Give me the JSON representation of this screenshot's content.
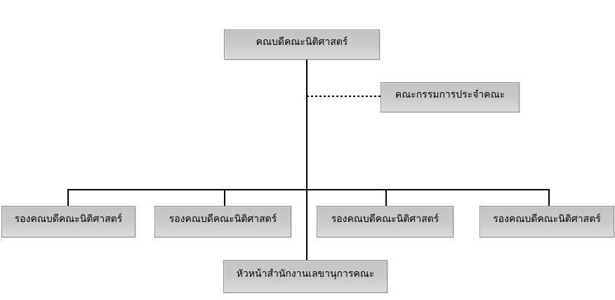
{
  "org_chart": {
    "type": "org-chart",
    "background_color": "#ffffff",
    "connector_color": "#000000",
    "box_style": {
      "fill_top": "#c3c3c3",
      "fill_bottom": "#dbdbdb",
      "border_color": "#8f8f8f",
      "text_color": "#000000"
    },
    "nodes": {
      "dean": {
        "label": "คณบดีคณะนิติศาสตร์"
      },
      "committee": {
        "label": "คณะกรรมการประจำคณะ"
      },
      "vice_deans": [
        {
          "label": "รองคณบดีคณะนิติศาสตร์"
        },
        {
          "label": "รองคณบดีคณะนิติศาสตร์"
        },
        {
          "label": "รองคณบดีคณะนิติศาสตร์"
        },
        {
          "label": "รองคณบดีคณะนิติศาสตร์"
        }
      ],
      "secretary": {
        "label": "หัวหน้าสำนักงานเลขานุการคณะ"
      }
    },
    "relationships": {
      "dean_to_committee": "dashed-advisory",
      "dean_to_vice_deans": "solid-reporting",
      "dean_to_secretary": "solid-reporting"
    }
  }
}
